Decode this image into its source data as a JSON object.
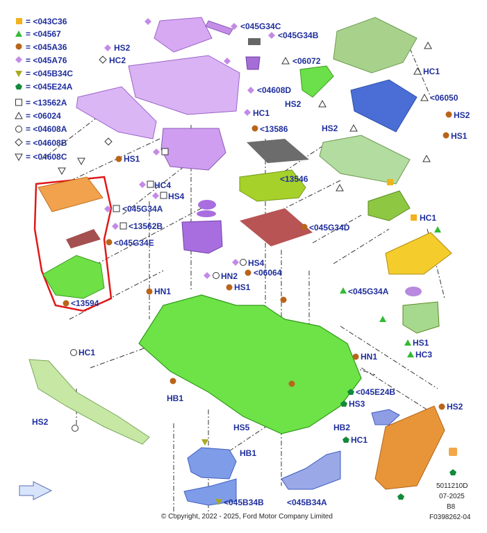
{
  "legend": [
    {
      "symbol": "square",
      "color": "#f2b21b",
      "text": "= <043C36"
    },
    {
      "symbol": "triangle",
      "color": "#33bb33",
      "text": "= <04567"
    },
    {
      "symbol": "circle",
      "color": "#b8651b",
      "text": "= <045A36"
    },
    {
      "symbol": "diamond",
      "color": "#c38ae6",
      "text": "= <045A76"
    },
    {
      "symbol": "tri-down",
      "color": "#a8a820",
      "text": "= <045B34C"
    },
    {
      "symbol": "pentagon",
      "color": "#138a3a",
      "text": "= <045E24A"
    },
    {
      "symbol": "open-square",
      "color": "#333",
      "text": "= <13562A"
    },
    {
      "symbol": "open-triangle",
      "color": "#333",
      "text": "= <06024"
    },
    {
      "symbol": "open-circle",
      "color": "#333",
      "text": "= <04608A"
    },
    {
      "symbol": "open-diamond",
      "color": "#333",
      "text": "= <04608B"
    },
    {
      "symbol": "open-tri-down",
      "color": "#333",
      "text": "= <04608C"
    }
  ],
  "callouts": {
    "c045G34C": "<045G34C",
    "c045G34B": "<045G34B",
    "cHS2a": "HS2",
    "cHC2": "HC2",
    "c04608D": "<04608D",
    "cHC1a": "HC1",
    "c06072": "<06072",
    "cHC1b": "HC1",
    "cHS2b": "HS2",
    "c06050": "<06050",
    "cHS2c": "HS2",
    "cHS2d": "HS2",
    "cHS1a": "HS1",
    "c13586": "<13586",
    "cHS1b": "HS1",
    "cHC4": "HC4",
    "c13546": "<13546",
    "cHS4a": "HS4",
    "c045G34A": "<045G34A",
    "cHC1c": "HC1",
    "c13562B": "<13562B",
    "c045G34D": "<045G34D",
    "c045G34E": "<045G34E",
    "cHS4b": "HS4",
    "cHN2": "HN2",
    "c06064": "<06064",
    "cHN1a": "HN1",
    "cHS1c": "HS1",
    "c13594": "<13594",
    "c045G34A2": "<045G34A",
    "cHS1d": "HS1",
    "cHC3": "HC3",
    "cHC1d": "HC1",
    "cHN1b": "HN1",
    "cHS2e": "HS2",
    "c045E24B": "<045E24B",
    "cHS3": "HS3",
    "cHS2f": "HS2",
    "cHB1a": "HB1",
    "cHS5": "HS5",
    "cHB2": "HB2",
    "cHB1b": "HB1",
    "cHC1e": "HC1",
    "c045B34B": "<045B34B",
    "c045B34A": "<045B34A"
  },
  "footer": {
    "copyright": "© Copyright, 2022 - 2025, Ford Motor Company Limited",
    "code1": "5011210D",
    "code2": "07-2025",
    "code3": "B8",
    "code4": "F0398262-04"
  }
}
